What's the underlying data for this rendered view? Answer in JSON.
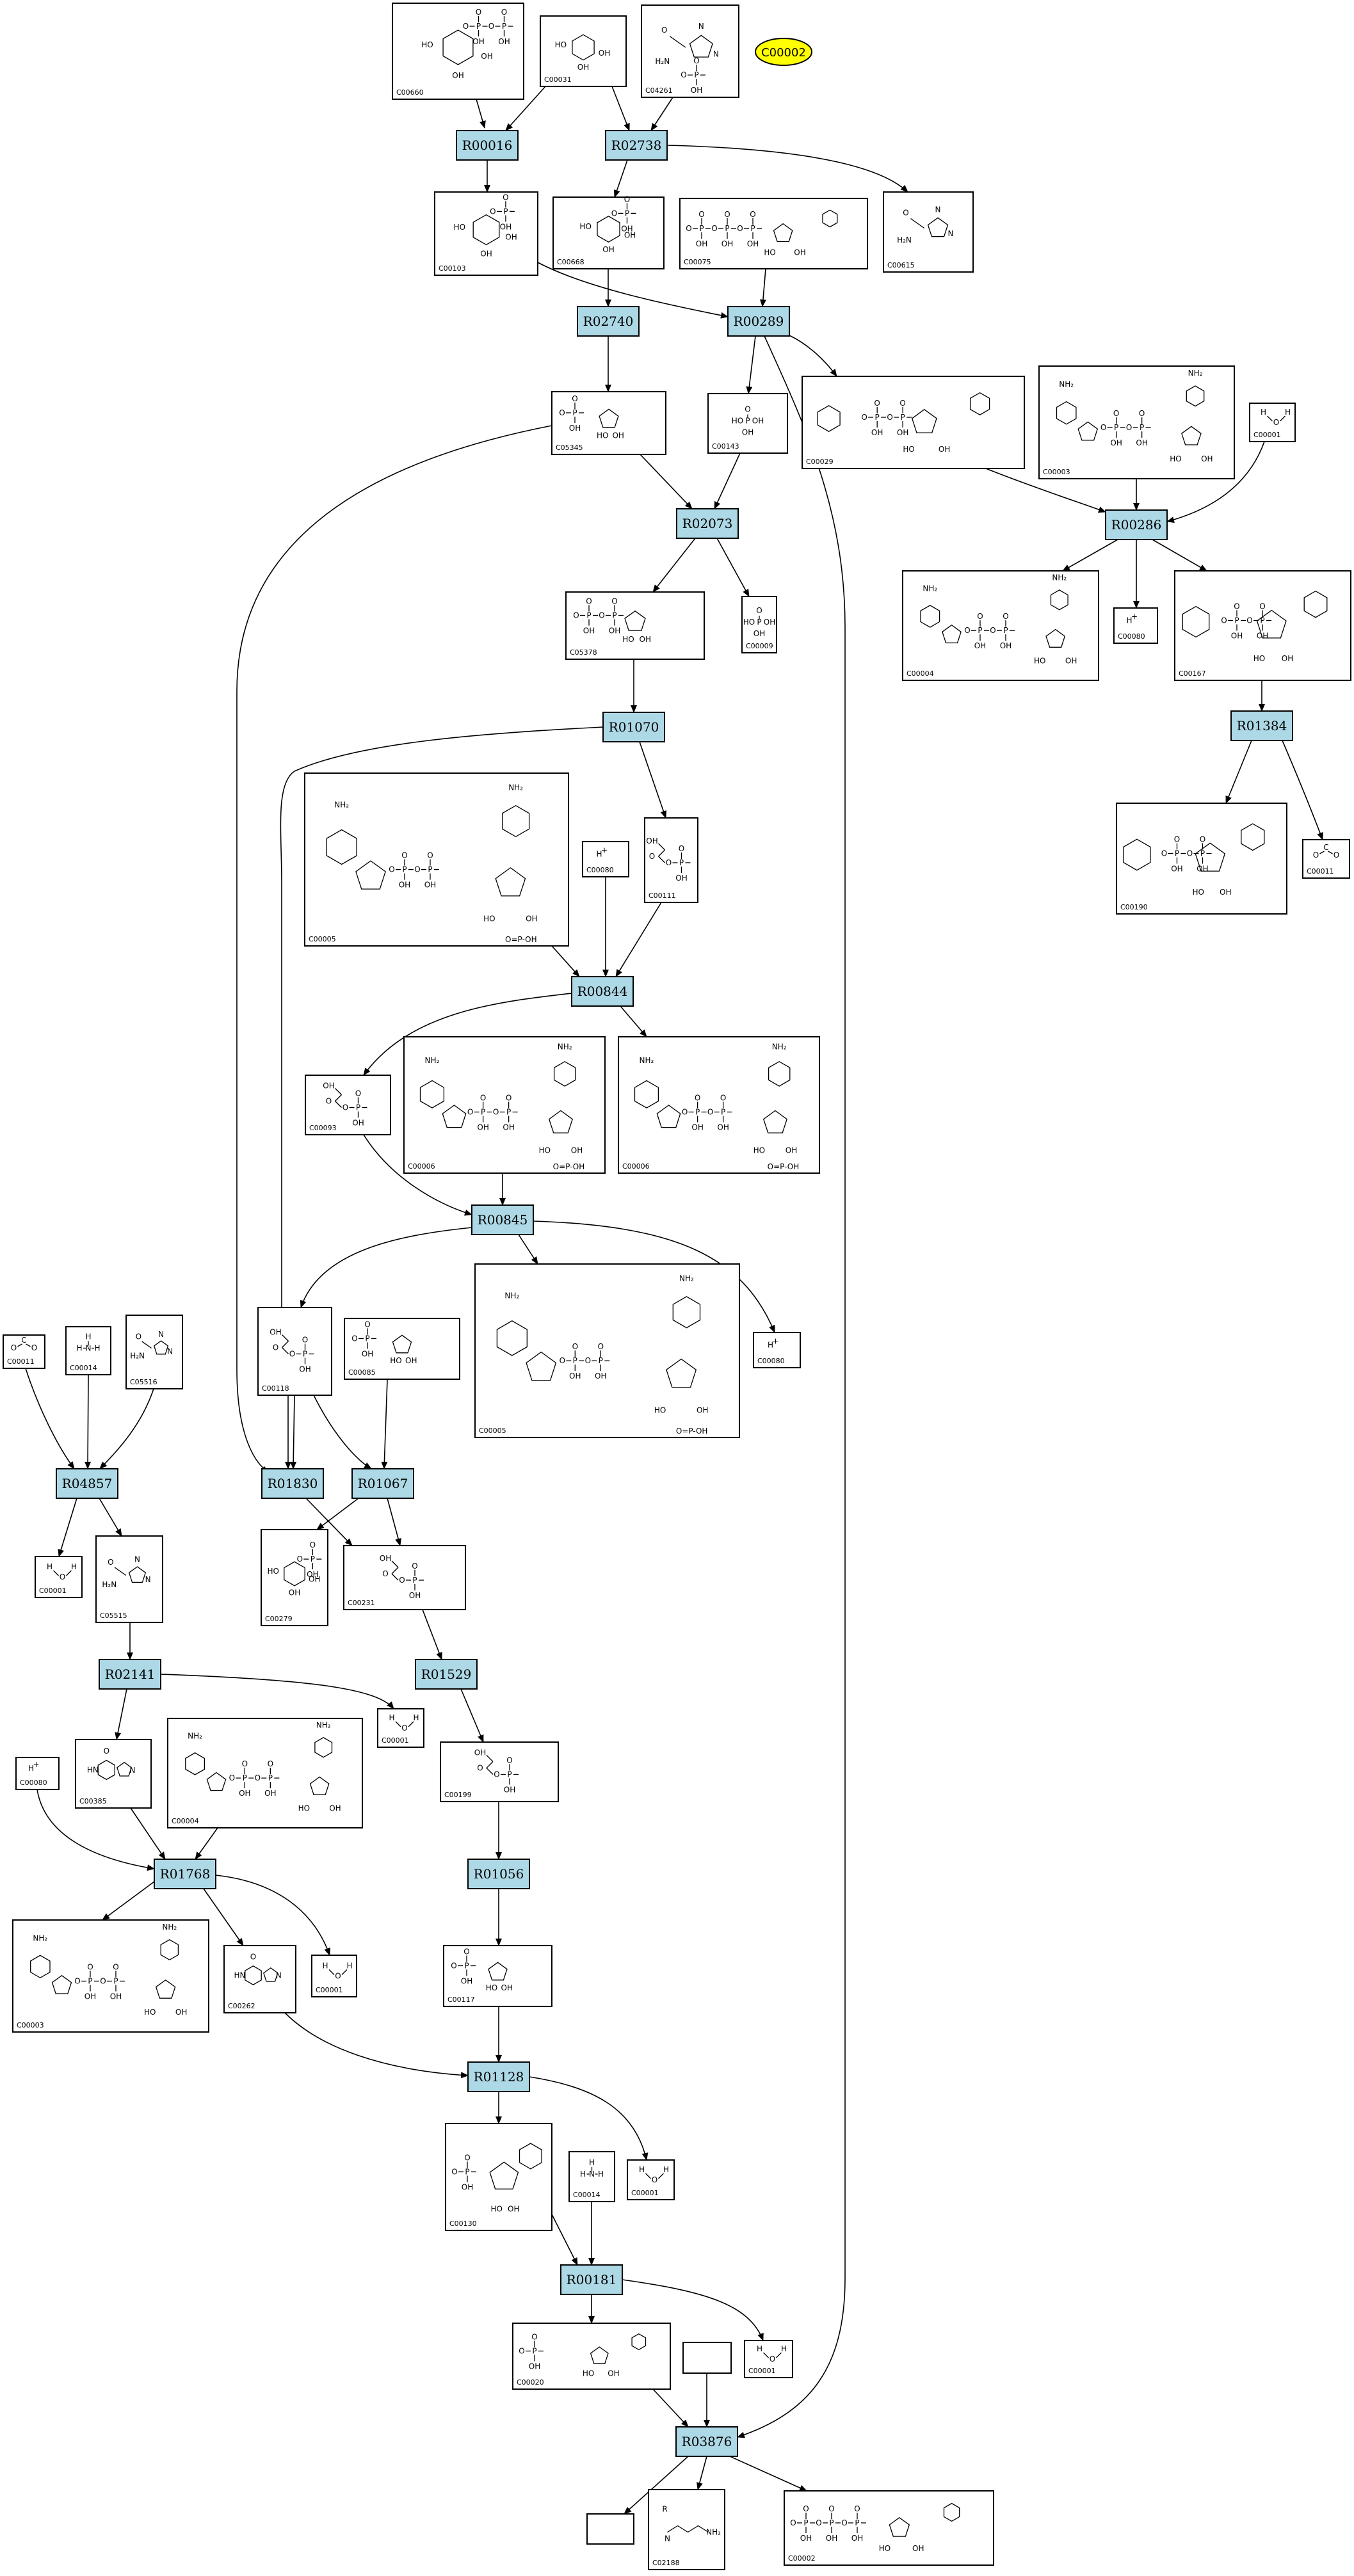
{
  "diagram": {
    "highlight_node": "C00002",
    "reactions": [
      "R00016",
      "R02738",
      "R02740",
      "R00289",
      "R02073",
      "R00286",
      "R01070",
      "R01384",
      "R00844",
      "R00845",
      "R04857",
      "R01830",
      "R01067",
      "R02141",
      "R01529",
      "R01768",
      "R01056",
      "R01128",
      "R00181",
      "R03876"
    ],
    "compounds": [
      {
        "id": "c00660",
        "label": "C00660",
        "mol": "sugar-diphosphate"
      },
      {
        "id": "c00031",
        "label": "C00031",
        "mol": "sugar"
      },
      {
        "id": "c04261",
        "label": "C04261",
        "mol": "phospho-histidine"
      },
      {
        "id": "c00103",
        "label": "C00103",
        "mol": "sugar-phosphate"
      },
      {
        "id": "c00668",
        "label": "C00668",
        "mol": "sugar-phosphate"
      },
      {
        "id": "c00075",
        "label": "C00075",
        "mol": "nucleotide-triphosphate"
      },
      {
        "id": "c00615",
        "label": "C00615",
        "mol": "histidine"
      },
      {
        "id": "c05345",
        "label": "C05345",
        "mol": "furanose-phosphate"
      },
      {
        "id": "c00143",
        "label": "C00143",
        "mol": "phosphate"
      },
      {
        "id": "c00029",
        "label": "C00029",
        "mol": "nucleotide-sugar"
      },
      {
        "id": "c00003",
        "label": "C00003",
        "mol": "nad"
      },
      {
        "id": "c00001a",
        "label": "C00001",
        "mol": "water"
      },
      {
        "id": "c05378",
        "label": "C05378",
        "mol": "furanose-diphosphate"
      },
      {
        "id": "c00009",
        "label": "C00009",
        "mol": "phosphate"
      },
      {
        "id": "c00004a",
        "label": "C00004",
        "mol": "nad"
      },
      {
        "id": "c00080a",
        "label": "C00080",
        "mol": "proton"
      },
      {
        "id": "c00167",
        "label": "C00167",
        "mol": "nucleotide-sugar"
      },
      {
        "id": "c00005a",
        "label": "C00005",
        "mol": "nadp"
      },
      {
        "id": "c00080b",
        "label": "C00080",
        "mol": "proton"
      },
      {
        "id": "c00111",
        "label": "C00111",
        "mol": "glycerone-phosphate"
      },
      {
        "id": "c00190",
        "label": "C00190",
        "mol": "nucleotide-sugar"
      },
      {
        "id": "c00011a",
        "label": "C00011",
        "mol": "co2"
      },
      {
        "id": "c00093",
        "label": "C00093",
        "mol": "glycerol-phosphate"
      },
      {
        "id": "c00006a",
        "label": "C00006",
        "mol": "nadp"
      },
      {
        "id": "c00006b",
        "label": "C00006",
        "mol": "nadp"
      },
      {
        "id": "c00005b",
        "label": "C00005",
        "mol": "nadp"
      },
      {
        "id": "c00080c",
        "label": "C00080",
        "mol": "proton"
      },
      {
        "id": "c00011b",
        "label": "C00011",
        "mol": "co2"
      },
      {
        "id": "c00014a",
        "label": "C00014",
        "mol": "ammonia"
      },
      {
        "id": "c05516",
        "label": "C05516",
        "mol": "imidazole"
      },
      {
        "id": "c00118",
        "label": "C00118",
        "mol": "glyceraldehyde-phosphate"
      },
      {
        "id": "c00085",
        "label": "C00085",
        "mol": "furanose-phosphate"
      },
      {
        "id": "c00001b",
        "label": "C00001",
        "mol": "water"
      },
      {
        "id": "c05515",
        "label": "C05515",
        "mol": "imidazole"
      },
      {
        "id": "c00279",
        "label": "C00279",
        "mol": "sugar-phosphate"
      },
      {
        "id": "c00231",
        "label": "C00231",
        "mol": "ketose-phosphate"
      },
      {
        "id": "c00001c",
        "label": "C00001",
        "mol": "water"
      },
      {
        "id": "c00080d",
        "label": "C00080",
        "mol": "proton"
      },
      {
        "id": "c00385",
        "label": "C00385",
        "mol": "purine"
      },
      {
        "id": "c00004b",
        "label": "C00004",
        "mol": "nad"
      },
      {
        "id": "c00199",
        "label": "C00199",
        "mol": "ketose-phosphate"
      },
      {
        "id": "c00003b",
        "label": "C00003",
        "mol": "nad"
      },
      {
        "id": "c00262",
        "label": "C00262",
        "mol": "purine"
      },
      {
        "id": "c00001d",
        "label": "C00001",
        "mol": "water"
      },
      {
        "id": "c00117",
        "label": "C00117",
        "mol": "furanose-phosphate"
      },
      {
        "id": "c00130",
        "label": "C00130",
        "mol": "nucleotide"
      },
      {
        "id": "c00001e",
        "label": "C00001",
        "mol": "water"
      },
      {
        "id": "c00014b",
        "label": "C00014",
        "mol": "ammonia"
      },
      {
        "id": "c00020",
        "label": "C00020",
        "mol": "nucleotide"
      },
      {
        "id": "c00001f",
        "label": "C00001",
        "mol": "water"
      },
      {
        "id": "blank1",
        "label": "",
        "mol": "none"
      },
      {
        "id": "blank2",
        "label": "",
        "mol": "none"
      },
      {
        "id": "c02188",
        "label": "C02188",
        "mol": "lysine"
      },
      {
        "id": "c00002",
        "label": "C00002",
        "mol": "nucleotide-triphosphate"
      }
    ]
  },
  "colors": {
    "reaction_fill": "#add8e6",
    "highlight_fill": "#ffff00",
    "line": "#000000",
    "background": "#ffffff"
  }
}
